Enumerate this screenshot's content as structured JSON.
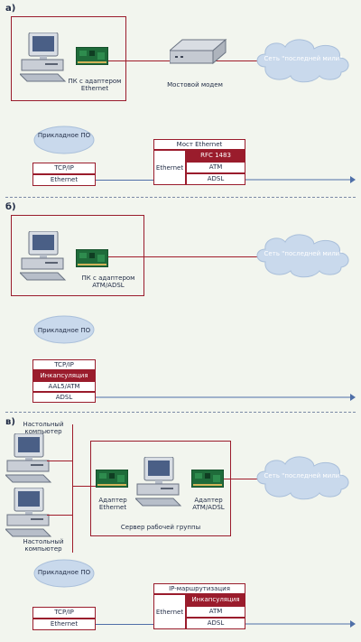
{
  "sections": {
    "a": {
      "letter": "а)",
      "pc_label_1": "ПК с адаптером",
      "pc_label_2": "Ethernet",
      "modem_label": "Мостовой модем",
      "cloud_label": "Сеть \"последней мили\"",
      "app_label": "Прикладное ПО",
      "left_stack": [
        "TCP/IP",
        "Ethernet"
      ],
      "bridge_title": "Мост Ethernet",
      "bridge_left": "Ethernet",
      "bridge_right": [
        "RFC 1483",
        "ATM",
        "ADSL"
      ]
    },
    "b": {
      "letter": "б)",
      "pc_label_1": "ПК с адаптером",
      "pc_label_2": "ATM/ADSL",
      "cloud_label": "Сеть \"последней мили\"",
      "app_label": "Прикладное ПО",
      "stack": [
        "TCP/IP",
        "Инкапсуляция",
        "AAL5/ATM",
        "ADSL"
      ]
    },
    "c": {
      "letter": "в)",
      "desktop_label_1a": "Настольный",
      "desktop_label_1b": "компьютер",
      "desktop_label_2a": "Настольный",
      "desktop_label_2b": "компьютер",
      "adapter_eth_1": "Адаптер",
      "adapter_eth_2": "Ethernet",
      "adapter_atm_1": "Адаптер",
      "adapter_atm_2": "ATM/ADSL",
      "server_label": "Сервер рабочей группы",
      "cloud_label": "Сеть \"последней мили\"",
      "app_label": "Прикладное ПО",
      "left_stack": [
        "TCP/IP",
        "Ethernet"
      ],
      "router_title": "IP-маршрутизация",
      "router_left": "Ethernet",
      "router_right": [
        "Инкапсуляция",
        "ATM",
        "ADSL"
      ]
    }
  },
  "colors": {
    "accent": "#9a1c2c",
    "line_red": "#a01c2a",
    "line_blue": "#4f6fa8",
    "cloud": "#c9d9ec",
    "app_ellipse": "#c9d9ec",
    "background": "#f2f5ee"
  }
}
